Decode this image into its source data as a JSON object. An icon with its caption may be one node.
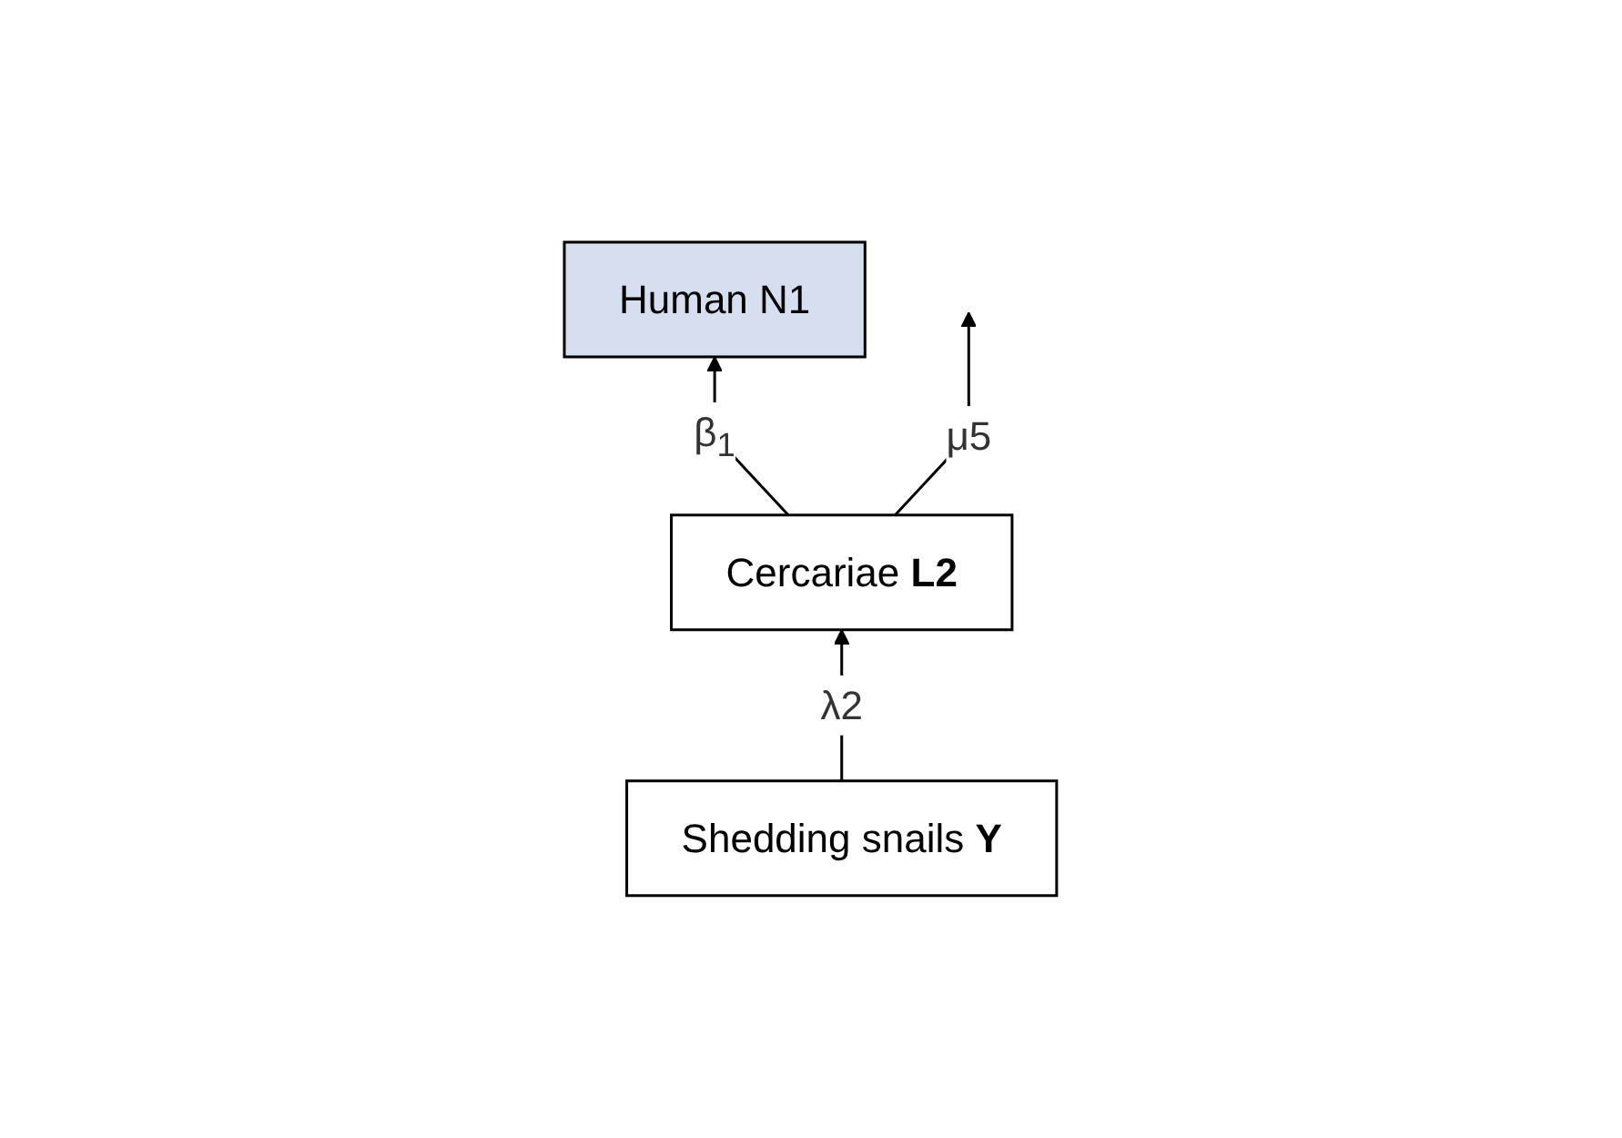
{
  "diagram": {
    "nodes": [
      {
        "text": [
          "Human N1"
        ]
      },
      {
        "text": [
          "Cercariae **L2**"
        ]
      },
      {
        "text": [
          "Shedding snails **Y**"
        ]
      }
    ],
    "edges": [
      {
        "from": 1,
        "to": 0,
        "arrow": "to",
        "label": "β$_{1}$"
      },
      {
        "from": 1,
        "to": null,
        "arrow": "to",
        "label": "μ5"
      },
      {
        "from": 2,
        "to": 1,
        "arrow": "to",
        "label": "λ2"
      }
    ]
  }
}
